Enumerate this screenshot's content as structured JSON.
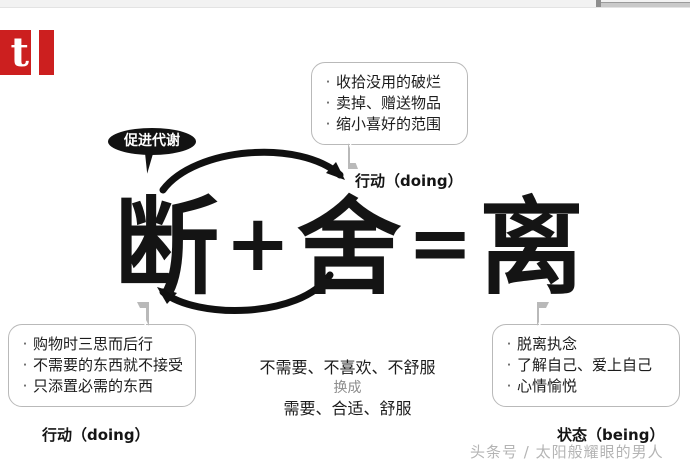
{
  "page": {
    "background": "#ffffff",
    "watermark": "头条号 / 太阳般耀眼的男人"
  },
  "chrome": {
    "scrollbar_name": "horizontal-scrollbar"
  },
  "logo": {
    "part1": "t",
    "part2": "l",
    "color": "#cc1f1f"
  },
  "formula": {
    "term1": "断",
    "operator1": "+",
    "term2": "舍",
    "operator2": "=",
    "term3": "离"
  },
  "promo_bubble": {
    "text": "促进代谢",
    "fill": "#121212",
    "text_color": "#ffffff"
  },
  "callouts": {
    "top": {
      "items": [
        "收拾没用的破烂",
        "卖掉、赠送物品",
        "缩小喜好的范围"
      ],
      "bullet": "·",
      "label": "行动（doing）"
    },
    "left": {
      "items": [
        "购物时三思而后行",
        "不需要的东西就不接受",
        "只添置必需的东西"
      ],
      "bullet": "·",
      "label": "行动（doing）"
    },
    "right": {
      "items": [
        "脱离执念",
        "了解自己、爱上自己",
        "心情愉悦"
      ],
      "bullet": "·",
      "label": "状态（being）"
    }
  },
  "swap": {
    "before": "不需要、不喜欢、不舒服",
    "connector": "换成",
    "after": "需要、合适、舒服"
  },
  "diagram": {
    "arrow_top_name": "cycle-arrow-forward",
    "arrow_bottom_name": "cycle-arrow-return",
    "stroke": "#101010"
  }
}
